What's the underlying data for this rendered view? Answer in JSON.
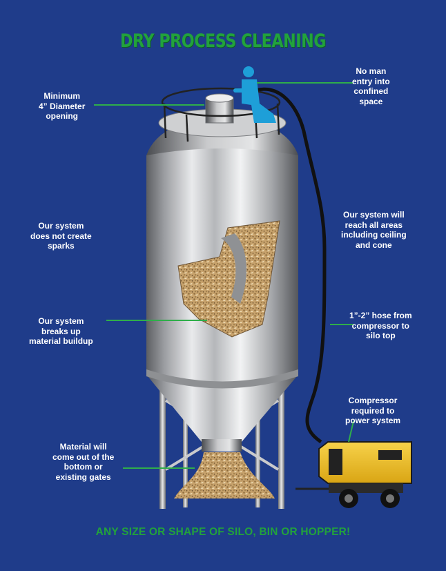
{
  "title": "DRY PROCESS CLEANING",
  "footer": "ANY SIZE OR SHAPE OF SILO, BIN OR HOPPER!",
  "callouts": {
    "opening": {
      "line1": "Minimum",
      "line2": "4” Diameter",
      "line3": "opening"
    },
    "no_entry": {
      "line1": "No man",
      "line2": "entry into",
      "line3": "confined",
      "line4": "space"
    },
    "sparks": {
      "line1": "Our system",
      "line2": "does not create",
      "line3": "sparks"
    },
    "reach": {
      "line1": "Our system will",
      "line2": "reach all areas",
      "line3": "including ceiling",
      "line4": "and cone"
    },
    "breaks": {
      "line1": "Our system",
      "line2": "breaks up",
      "line3": "material buildup"
    },
    "hose": {
      "line1": "1”-2” hose from",
      "line2": "compressor to",
      "line3": "silo top"
    },
    "compressor": {
      "line1": "Compressor",
      "line2": "required to",
      "line3": "power system"
    },
    "material": {
      "line1": "Material will",
      "line2": "come out of the",
      "line3": "bottom or",
      "line4": "existing gates"
    }
  },
  "colors": {
    "background": "#1f3c8a",
    "title_green": "#22a23c",
    "leader_green": "#2fae4a",
    "compressor_yellow": "#f2c230",
    "worker_blue": "#1e9fd8"
  }
}
